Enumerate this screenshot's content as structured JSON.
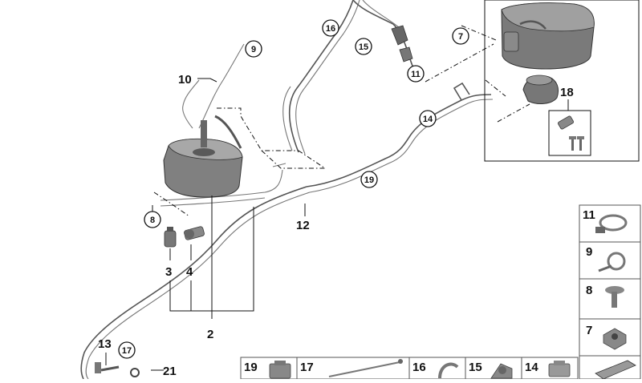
{
  "callouts": {
    "n2": "2",
    "n3": "3",
    "n4": "4",
    "n7": "7",
    "n8": "8",
    "n9": "9",
    "n10": "10",
    "n11": "11",
    "n12": "12",
    "n13": "13",
    "n14": "14",
    "n15": "15",
    "n16": "16",
    "n17": "17",
    "n18": "18",
    "n19": "19",
    "n21": "21"
  },
  "side_panel": [
    "11",
    "9",
    "8",
    "7"
  ],
  "bottom_panel": [
    "19",
    "17",
    "16",
    "15",
    "14"
  ]
}
